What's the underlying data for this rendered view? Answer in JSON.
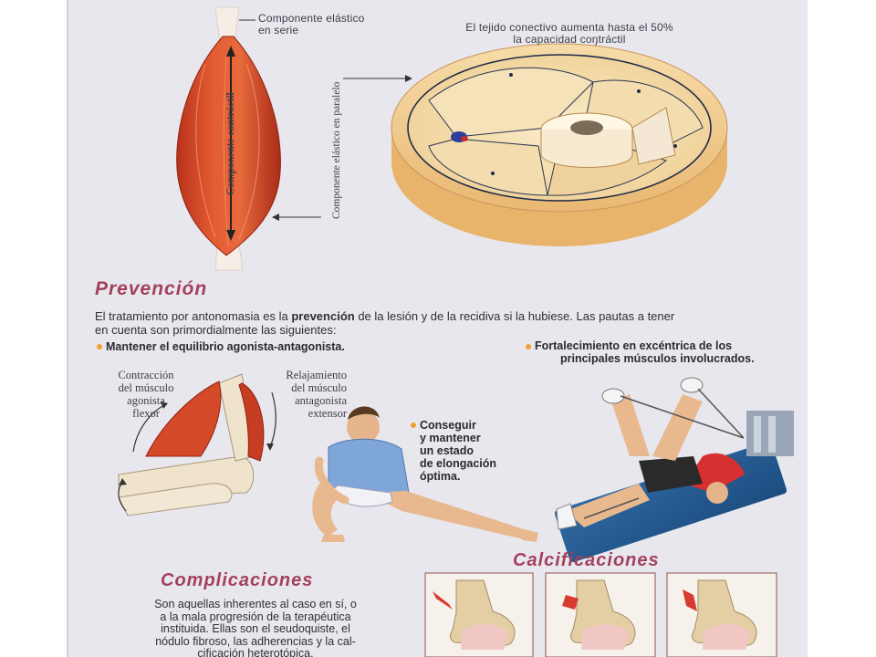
{
  "top_labels": {
    "elastic_series": [
      "Componente elástico",
      "en serie"
    ],
    "connective": [
      "El tejido conectivo aumenta hasta el 50%",
      "la capacidad contráctil"
    ],
    "contractile": "Componente contráctil",
    "parallel": "Componente elástico en paralelo"
  },
  "prevention": {
    "heading": "Prevención",
    "intro_line1_a": "El tratamiento por antonomasia es la ",
    "intro_line1_bold": "prevención",
    "intro_line1_b": " de la lesión y de la recidiva si la hubiese. Las pautas a tener",
    "intro_line2": "en cuenta son primordialmente las siguientes:",
    "bullet1": "Mantener el equilibrio agonista-antagonista.",
    "bullet2": [
      "Fortalecimiento en excéntrica de los",
      "principales músculos involucrados."
    ],
    "bullet3": [
      "Conseguir",
      "y mantener",
      "un estado",
      "de elongación",
      "óptima."
    ],
    "agonist_label": [
      "Contracción",
      "del músculo",
      "agonista",
      "flexor"
    ],
    "antagonist_label": [
      "Relajamiento",
      "del músculo",
      "antagonista",
      "extensor"
    ]
  },
  "complications": {
    "heading": "Complicaciones",
    "text": [
      "Son aquellas inherentes al caso en sí, o",
      "a la mala progresión de la terapéutica",
      "instituida. Ellas son el seudoquiste, el",
      "nódulo fibroso, las adherencias y la cal-",
      "cificación heterotópica."
    ]
  },
  "calcifications": {
    "heading": "Calcificaciones"
  },
  "colors": {
    "page": "#e9e7ee",
    "heading": "#a3405c",
    "muscle": "#d9532d",
    "tendon": "#f3ece6",
    "bullet": "#f0a030"
  }
}
